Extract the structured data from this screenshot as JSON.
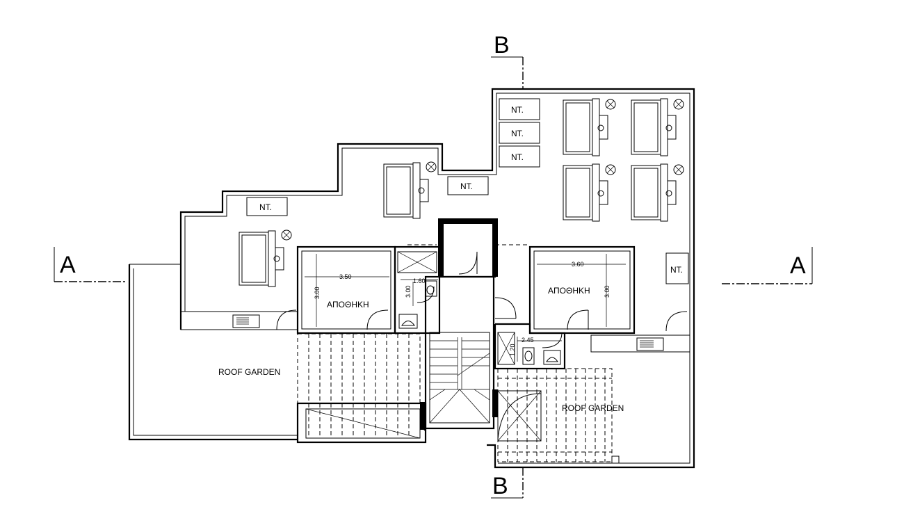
{
  "plan": {
    "rooms": {
      "storage_left": "ΑΠΟΘΗΚΗ",
      "storage_right": "ΑΠΟΘΗΚΗ",
      "roof_garden_left": "ROOF GARDEN",
      "roof_garden_right": "ROOF GARDEN"
    },
    "equipment_label": "NT.",
    "dimensions": {
      "storage_left_width": "3.50",
      "storage_left_depth": "3.00",
      "wc_left_width": "1.60",
      "wc_left_depth": "3.00",
      "storage_right_width": "3.60",
      "storage_right_depth": "3.00",
      "wc_right_width": "2.45",
      "wc_right_depth": "1.20"
    },
    "section_markers": {
      "a_left": "A",
      "a_right": "A",
      "b_top": "B",
      "b_bottom": "B"
    }
  }
}
